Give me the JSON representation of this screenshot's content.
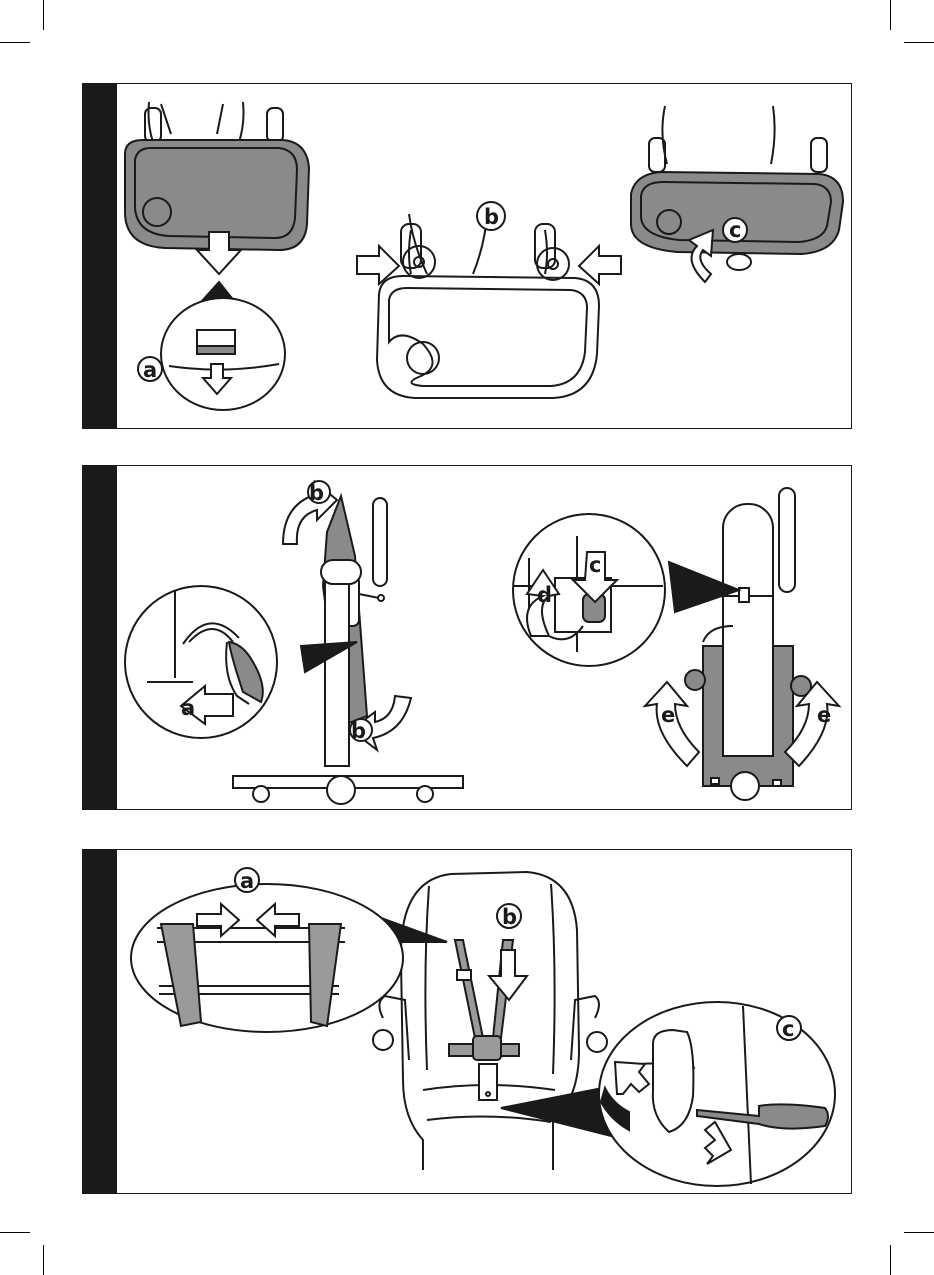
{
  "panels": [
    {
      "labels": [
        "a",
        "b",
        "c"
      ]
    },
    {
      "labels": [
        "b",
        "b",
        "a",
        "c",
        "d",
        "e",
        "e"
      ]
    },
    {
      "labels": [
        "a",
        "b",
        "c"
      ]
    }
  ],
  "colors": {
    "ink": "#1a1a1a",
    "tray_gray": "#8a8a8a",
    "strap_gray": "#9a9a9a",
    "panel_bar": "#1a1a1a"
  }
}
